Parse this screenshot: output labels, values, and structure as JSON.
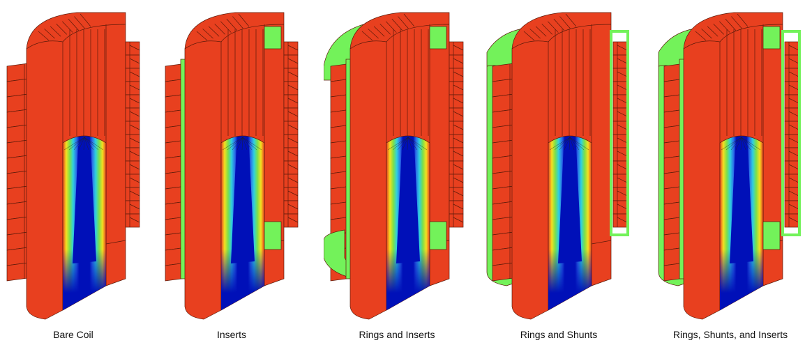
{
  "colors": {
    "coil": "#e8401f",
    "flux": "#73f25a",
    "edge": "#5a1a0a",
    "cold": "#0010b8"
  },
  "panels": [
    {
      "label": "Bare Coil",
      "inserts": false,
      "rings": false,
      "shunts": false
    },
    {
      "label": "Inserts",
      "inserts": true,
      "rings": false,
      "shunts": false
    },
    {
      "label": "Rings and Inserts",
      "inserts": true,
      "rings": true,
      "shunts": false
    },
    {
      "label": "Rings and Shunts",
      "inserts": false,
      "rings": true,
      "shunts": true
    },
    {
      "label": "Rings, Shunts, and Inserts",
      "inserts": true,
      "rings": true,
      "shunts": true
    }
  ]
}
